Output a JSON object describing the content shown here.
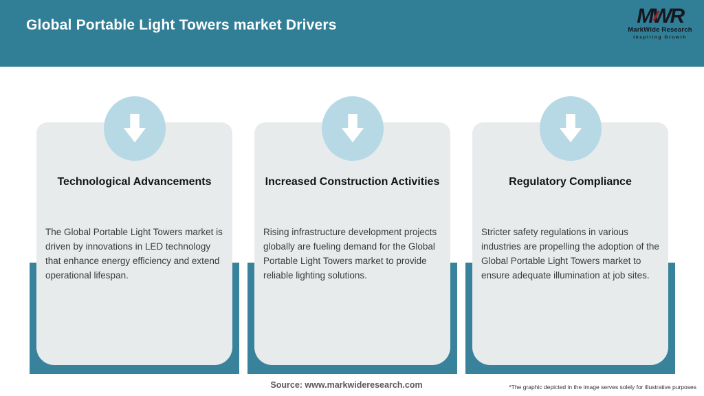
{
  "header": {
    "title": "Global Portable Light Towers market Drivers"
  },
  "logo": {
    "monogram": "MWR",
    "name": "MarkWide Research",
    "tagline": "Inspiring Growth"
  },
  "cards": [
    {
      "title": "Technological Advancements",
      "body": "The Global Portable Light Towers market is driven by innovations in LED technology that enhance energy efficiency and extend operational lifespan.",
      "icon": "down-arrow-icon"
    },
    {
      "title": "Increased Construction Activities",
      "body": "Rising infrastructure development projects globally are fueling demand for the Global Portable Light Towers market to provide reliable lighting solutions.",
      "icon": "down-arrow-icon"
    },
    {
      "title": "Regulatory Compliance",
      "body": "Stricter safety regulations in various industries are propelling the adoption of the Global Portable Light Towers market to ensure adequate illumination at job sites.",
      "icon": "down-arrow-icon"
    }
  ],
  "footer": {
    "source": "Source: www.markwideresearch.com",
    "disclaimer": "*The graphic depicted in the image serves solely for illustrative purposes"
  },
  "colors": {
    "header_teal": "#317F96",
    "tray_teal": "#38839B",
    "circle_blue": "#B7D9E6",
    "card_gray": "#E8EBEC",
    "logo_dark": "#15161F",
    "logo_accent_red": "#A11E1E",
    "title_text": "#141414",
    "body_text": "#3A3A3A",
    "source_text": "#595959"
  }
}
